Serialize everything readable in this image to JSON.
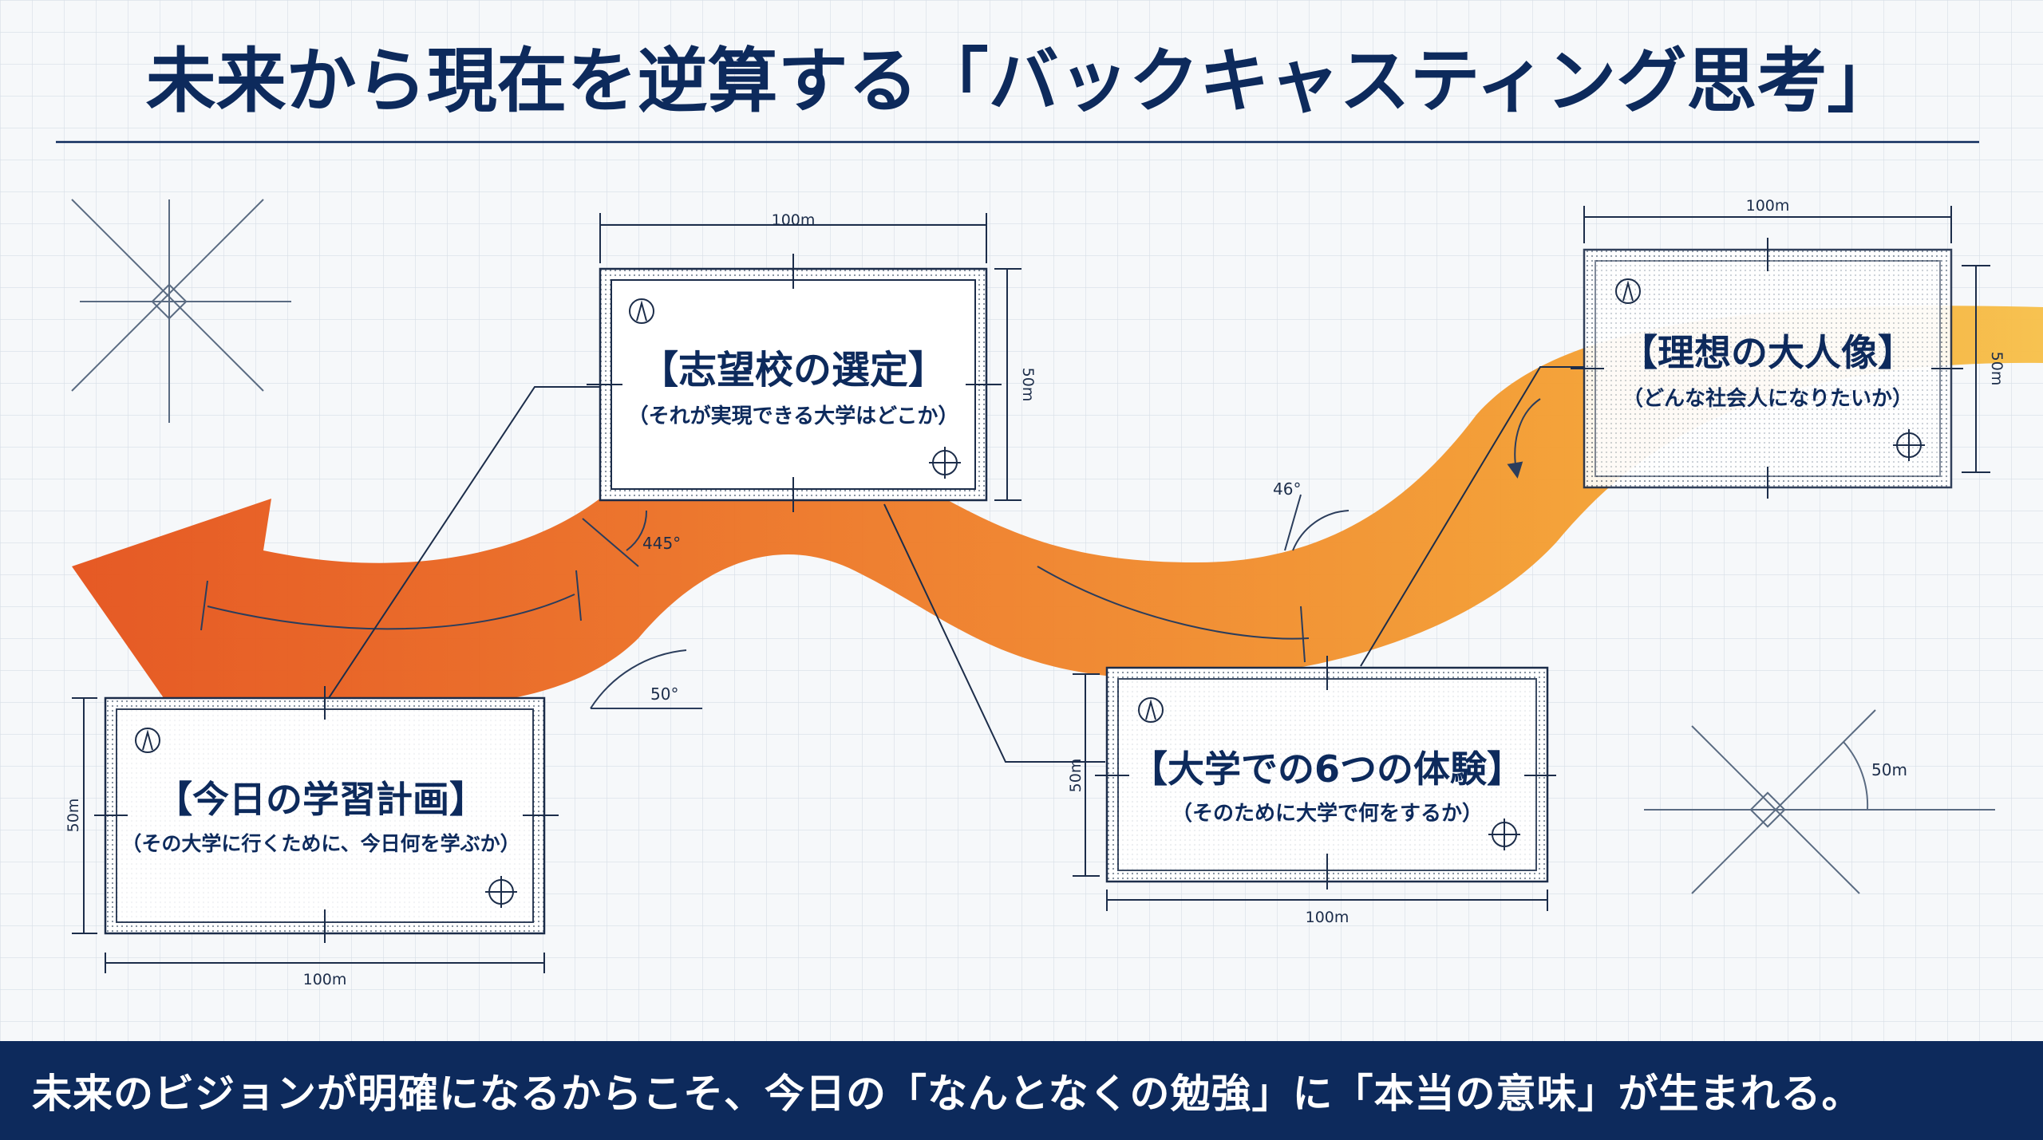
{
  "title": "未来から現在を逆算する「バックキャスティング思考」",
  "boxes": [
    {
      "id": "goal",
      "title": "【理想の大人像】",
      "subtitle": "（どんな社会人になりたいか）",
      "width_label": "100m",
      "height_label": "50m"
    },
    {
      "id": "university",
      "title": "【大学での6つの体験】",
      "subtitle": "（そのために大学で何をするか）",
      "width_label": "100m",
      "height_label": "50m"
    },
    {
      "id": "school",
      "title": "【志望校の選定】",
      "subtitle": "（それが実現できる大学はどこか）",
      "width_label": "100m",
      "height_label": "50m"
    },
    {
      "id": "today",
      "title": "【今日の学習計画】",
      "subtitle": "（その大学に行くために、今日何を学ぶか）",
      "width_label": "100m",
      "height_label": "50m"
    }
  ],
  "annotations": {
    "angle_445": "445°",
    "angle_50": "50°",
    "angle_46": "46°",
    "right_50m": "50m"
  },
  "colors": {
    "navy": "#0d2a5c",
    "arrow_start": "#e85a1e",
    "arrow_end": "#f5b63a",
    "grid": "#c9d3dd"
  },
  "footer": "未来のビジョンが明確になるからこそ、今日の「なんとなくの勉強」に「本当の意味」が生まれる。"
}
